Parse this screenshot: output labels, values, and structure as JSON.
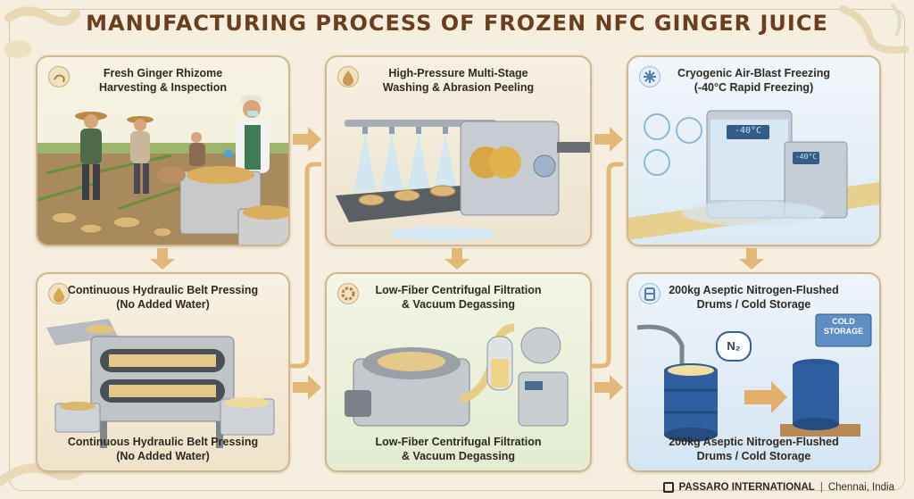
{
  "title": "MANUFACTURING PROCESS OF FROZEN NFC GINGER JUICE",
  "steps": {
    "harvest": {
      "title_line1": "Fresh Ginger Rhizome",
      "title_line2": "Harvesting & Inspection",
      "icon": "ginger-icon"
    },
    "washing": {
      "title_line1": "High-Pressure Multi-Stage",
      "title_line2": "Washing & Abrasion Peeling",
      "icon": "water-drop-icon"
    },
    "freezing": {
      "title_line1": "Cryogenic Air-Blast Freezing",
      "title_line2": "(-40°C Rapid Freezing)",
      "icon": "snowflake-icon",
      "display_large": "-40°C",
      "display_small": "-40°C"
    },
    "pressing": {
      "title_line1": "Continuous Hydraulic Belt Pressing",
      "title_line2": "(No Added Water)",
      "caption_line1": "Continuous Hydraulic Belt Pressing",
      "caption_line2": "(No Added Water)",
      "icon": "juice-drop-icon"
    },
    "filtration": {
      "title_line1": "Low-Fiber Centrifugal Filtration",
      "title_line2": "& Vacuum Degassing",
      "caption_line1": "Low-Fiber Centrifugal Filtration",
      "caption_line2": "& Vacuum Degassing",
      "icon": "gear-icon"
    },
    "storage": {
      "title_line1": "200kg Aseptic Nitrogen-Flushed",
      "title_line2": "Drums / Cold Storage",
      "caption_line1": "200kg Aseptic Nitrogen-Flushed",
      "caption_line2": "Drums / Cold Storage",
      "icon": "drum-icon",
      "gas_label": "N₂",
      "sign_line1": "COLD",
      "sign_line2": "STORAGE"
    }
  },
  "footer": {
    "company": "PASSARO INTERNATIONAL",
    "separator": "|",
    "location": "Chennai, India"
  },
  "colors": {
    "title": "#6b3f1d",
    "arrow": "#e1b877",
    "border": "#cfb88d",
    "drum": "#2f5f9e"
  }
}
